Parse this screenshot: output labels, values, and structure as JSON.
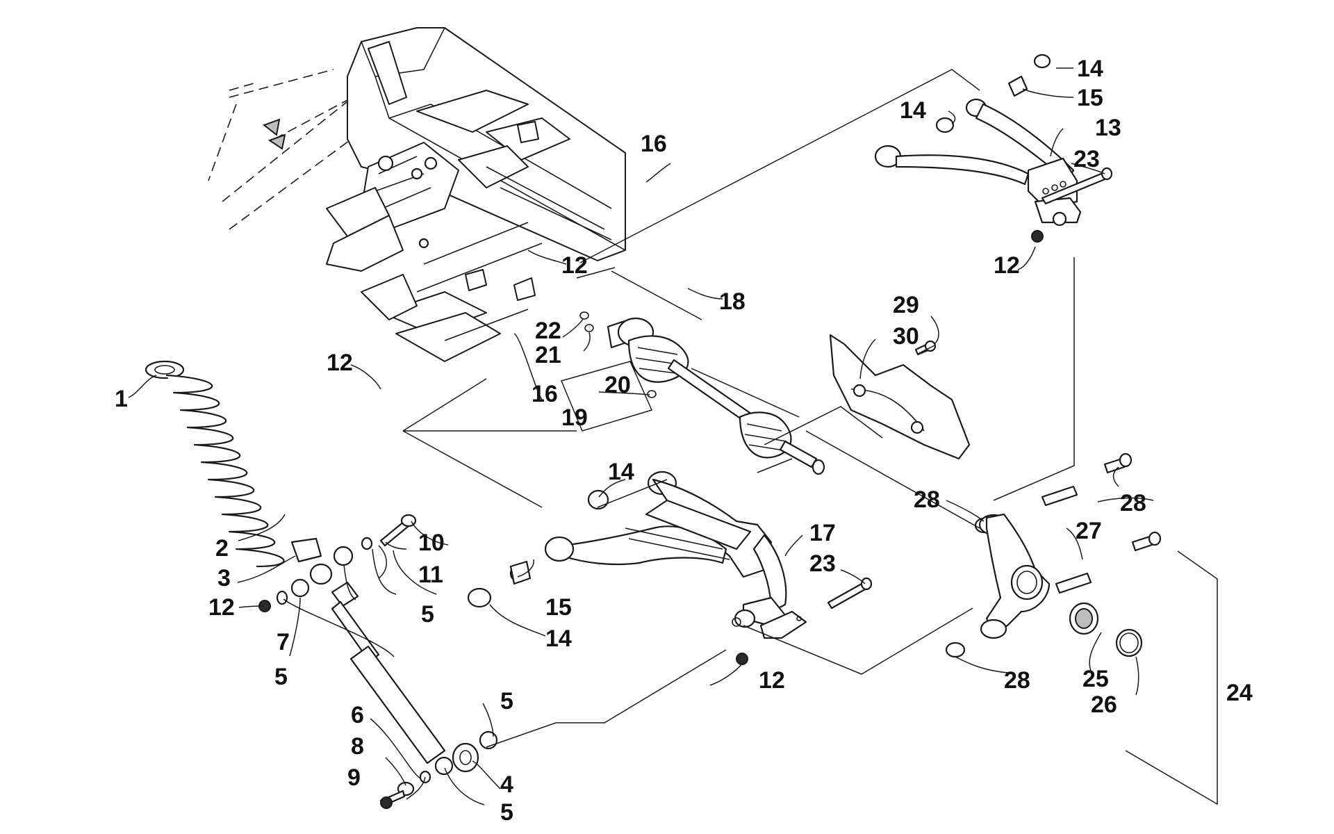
{
  "diagram": {
    "callouts": [
      {
        "id": "c1",
        "text": "1"
      },
      {
        "id": "c2",
        "text": "2"
      },
      {
        "id": "c3",
        "text": "3"
      },
      {
        "id": "c4",
        "text": "4"
      },
      {
        "id": "c5a",
        "text": "5"
      },
      {
        "id": "c5b",
        "text": "5"
      },
      {
        "id": "c5c",
        "text": "5"
      },
      {
        "id": "c5d",
        "text": "5"
      },
      {
        "id": "c6",
        "text": "6"
      },
      {
        "id": "c7",
        "text": "7"
      },
      {
        "id": "c8",
        "text": "8"
      },
      {
        "id": "c9",
        "text": "9"
      },
      {
        "id": "c10",
        "text": "10"
      },
      {
        "id": "c11",
        "text": "11"
      },
      {
        "id": "c12a",
        "text": "12"
      },
      {
        "id": "c12b",
        "text": "12"
      },
      {
        "id": "c12c",
        "text": "12"
      },
      {
        "id": "c12d",
        "text": "12"
      },
      {
        "id": "c12e",
        "text": "12"
      },
      {
        "id": "c13",
        "text": "13"
      },
      {
        "id": "c14a",
        "text": "14"
      },
      {
        "id": "c14b",
        "text": "14"
      },
      {
        "id": "c14c",
        "text": "14"
      },
      {
        "id": "c14d",
        "text": "14"
      },
      {
        "id": "c15a",
        "text": "15"
      },
      {
        "id": "c15b",
        "text": "15"
      },
      {
        "id": "c16a",
        "text": "16"
      },
      {
        "id": "c16b",
        "text": "16"
      },
      {
        "id": "c17",
        "text": "17"
      },
      {
        "id": "c18",
        "text": "18"
      },
      {
        "id": "c19",
        "text": "19"
      },
      {
        "id": "c20",
        "text": "20"
      },
      {
        "id": "c21",
        "text": "21"
      },
      {
        "id": "c22",
        "text": "22"
      },
      {
        "id": "c23a",
        "text": "23"
      },
      {
        "id": "c23b",
        "text": "23"
      },
      {
        "id": "c24",
        "text": "24"
      },
      {
        "id": "c25",
        "text": "25"
      },
      {
        "id": "c26",
        "text": "26"
      },
      {
        "id": "c27",
        "text": "27"
      },
      {
        "id": "c28a",
        "text": "28"
      },
      {
        "id": "c28b",
        "text": "28"
      },
      {
        "id": "c28c",
        "text": "28"
      },
      {
        "id": "c29",
        "text": "29"
      },
      {
        "id": "c30",
        "text": "30"
      }
    ]
  }
}
